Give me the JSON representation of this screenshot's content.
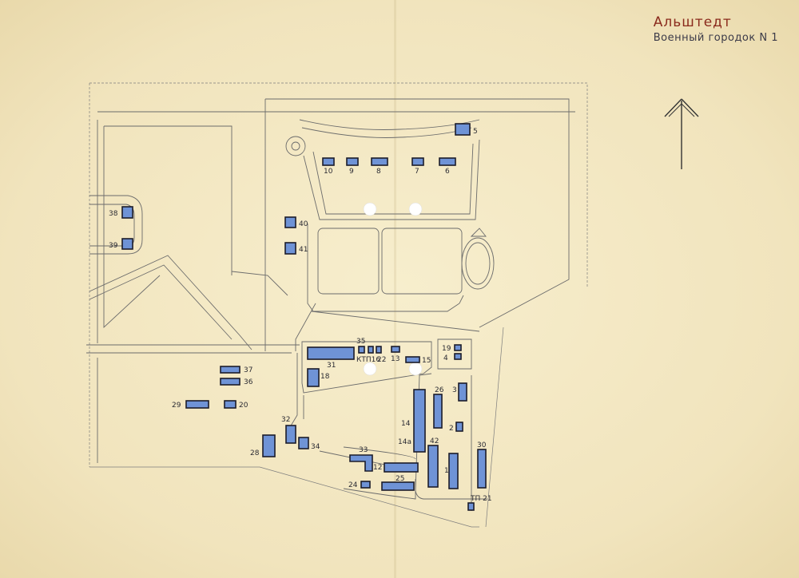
{
  "title": {
    "line1": "Альштедт",
    "line2": "Военный городок N 1"
  },
  "colors": {
    "building": "#6f93d6",
    "paper": "#f3e8c3",
    "title_accent": "#8a2a1c"
  },
  "north_arrow": "north-arrow-icon",
  "buildings": [
    {
      "id": "5",
      "label": "5"
    },
    {
      "id": "10",
      "label": "10"
    },
    {
      "id": "9",
      "label": "9"
    },
    {
      "id": "8",
      "label": "8"
    },
    {
      "id": "7",
      "label": "7"
    },
    {
      "id": "6",
      "label": "6"
    },
    {
      "id": "38",
      "label": "38"
    },
    {
      "id": "39",
      "label": "39"
    },
    {
      "id": "40",
      "label": "40"
    },
    {
      "id": "41",
      "label": "41"
    },
    {
      "id": "35",
      "label": "35"
    },
    {
      "id": "31",
      "label": "31"
    },
    {
      "id": "ktp16",
      "label": "КТП16"
    },
    {
      "id": "22",
      "label": "22"
    },
    {
      "id": "13",
      "label": "13"
    },
    {
      "id": "15",
      "label": "15"
    },
    {
      "id": "19",
      "label": "19"
    },
    {
      "id": "4",
      "label": "4"
    },
    {
      "id": "18",
      "label": "18"
    },
    {
      "id": "37",
      "label": "37"
    },
    {
      "id": "36",
      "label": "36"
    },
    {
      "id": "29",
      "label": "29"
    },
    {
      "id": "20",
      "label": "20"
    },
    {
      "id": "32",
      "label": "32"
    },
    {
      "id": "34",
      "label": "34"
    },
    {
      "id": "28",
      "label": "28"
    },
    {
      "id": "26",
      "label": "26"
    },
    {
      "id": "3",
      "label": "3"
    },
    {
      "id": "14",
      "label": "14"
    },
    {
      "id": "14a",
      "label": "14а"
    },
    {
      "id": "2",
      "label": "2"
    },
    {
      "id": "42",
      "label": "42"
    },
    {
      "id": "1",
      "label": "1"
    },
    {
      "id": "30",
      "label": "30"
    },
    {
      "id": "33",
      "label": "33"
    },
    {
      "id": "12",
      "label": "12"
    },
    {
      "id": "24",
      "label": "24"
    },
    {
      "id": "25",
      "label": "25"
    },
    {
      "id": "tp21",
      "label": "ТП 21"
    }
  ]
}
